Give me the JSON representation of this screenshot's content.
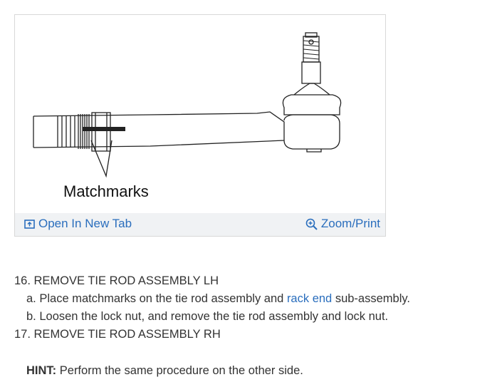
{
  "figure": {
    "callout_label": "Matchmarks",
    "toolbar": {
      "open_label": "Open In New Tab",
      "zoom_label": "Zoom/Print",
      "open_icon": "open-tab-icon",
      "zoom_icon": "zoom-icon"
    }
  },
  "procedure": {
    "steps": [
      {
        "title": "16. REMOVE TIE ROD ASSEMBLY LH",
        "substeps": [
          {
            "prefix": "a. Place matchmarks on the tie rod assembly and ",
            "link": "rack end",
            "suffix": " sub-assembly."
          },
          {
            "text": "b. Loosen the lock nut, and remove the tie rod assembly and lock nut."
          }
        ]
      },
      {
        "title": "17. REMOVE TIE ROD ASSEMBLY RH"
      }
    ],
    "hint": {
      "label": "HINT:",
      "text": " Perform the same procedure on the other side."
    }
  },
  "colors": {
    "link": "#2a6ebd",
    "text": "#333333",
    "toolbar_bg": "#f0f2f4",
    "card_border": "#d8d8d8"
  }
}
